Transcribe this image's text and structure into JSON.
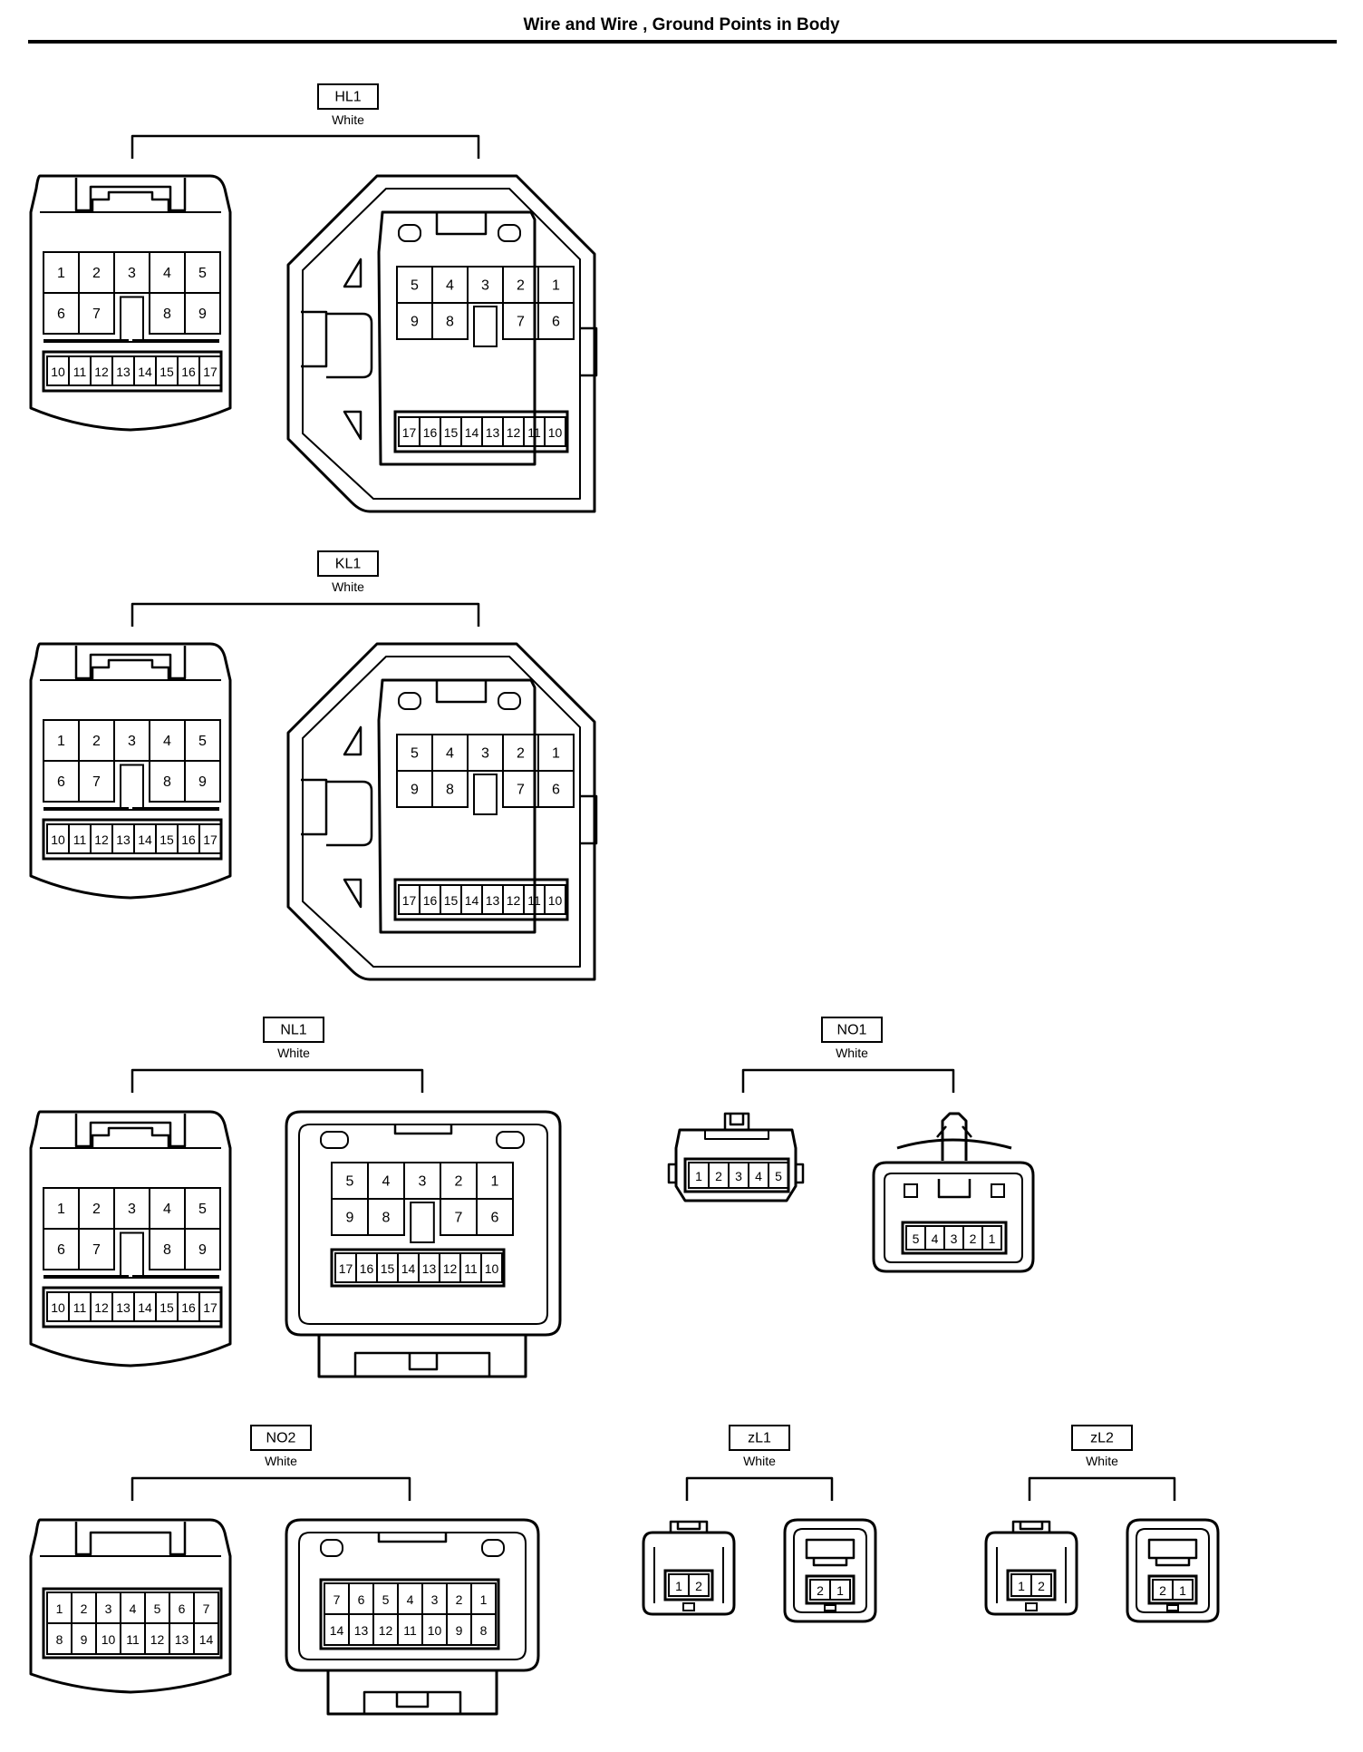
{
  "page": {
    "title": "Wire and Wire , Ground Points in Body"
  },
  "connectors": [
    {
      "code": "HL1",
      "color": "White",
      "male": {
        "row1": [
          "1",
          "2",
          "3",
          "4",
          "5"
        ],
        "row2": [
          "6",
          "7",
          "",
          "8",
          "9"
        ],
        "row3": [
          "10",
          "11",
          "12",
          "13",
          "14",
          "15",
          "16",
          "17"
        ]
      },
      "female": {
        "row1": [
          "5",
          "4",
          "3",
          "2",
          "1"
        ],
        "row2": [
          "9",
          "8",
          "",
          "7",
          "6"
        ],
        "row3": [
          "17",
          "16",
          "15",
          "14",
          "13",
          "12",
          "11",
          "10"
        ]
      }
    },
    {
      "code": "KL1",
      "color": "White",
      "male": {
        "row1": [
          "1",
          "2",
          "3",
          "4",
          "5"
        ],
        "row2": [
          "6",
          "7",
          "",
          "8",
          "9"
        ],
        "row3": [
          "10",
          "11",
          "12",
          "13",
          "14",
          "15",
          "16",
          "17"
        ]
      },
      "female": {
        "row1": [
          "5",
          "4",
          "3",
          "2",
          "1"
        ],
        "row2": [
          "9",
          "8",
          "",
          "7",
          "6"
        ],
        "row3": [
          "17",
          "16",
          "15",
          "14",
          "13",
          "12",
          "11",
          "10"
        ]
      }
    },
    {
      "code": "NL1",
      "color": "White",
      "male": {
        "row1": [
          "1",
          "2",
          "3",
          "4",
          "5"
        ],
        "row2": [
          "6",
          "7",
          "",
          "8",
          "9"
        ],
        "row3": [
          "10",
          "11",
          "12",
          "13",
          "14",
          "15",
          "16",
          "17"
        ]
      },
      "female": {
        "row1": [
          "5",
          "4",
          "3",
          "2",
          "1"
        ],
        "row2": [
          "9",
          "8",
          "",
          "7",
          "6"
        ],
        "row3": [
          "17",
          "16",
          "15",
          "14",
          "13",
          "12",
          "11",
          "10"
        ]
      }
    },
    {
      "code": "NO1",
      "color": "White",
      "male": {
        "row1": [
          "1",
          "2",
          "3",
          "4",
          "5"
        ]
      },
      "female": {
        "row1": [
          "5",
          "4",
          "3",
          "2",
          "1"
        ]
      }
    },
    {
      "code": "NO2",
      "color": "White",
      "male": {
        "row1": [
          "1",
          "2",
          "3",
          "4",
          "5",
          "6",
          "7"
        ],
        "row2": [
          "8",
          "9",
          "10",
          "11",
          "12",
          "13",
          "14"
        ]
      },
      "female": {
        "row1": [
          "7",
          "6",
          "5",
          "4",
          "3",
          "2",
          "1"
        ],
        "row2": [
          "14",
          "13",
          "12",
          "11",
          "10",
          "9",
          "8"
        ]
      }
    },
    {
      "code": "zL1",
      "color": "White",
      "male": {
        "row1": [
          "1",
          "2"
        ]
      },
      "female": {
        "row1": [
          "2",
          "1"
        ]
      }
    },
    {
      "code": "zL2",
      "color": "White",
      "male": {
        "row1": [
          "1",
          "2"
        ]
      },
      "female": {
        "row1": [
          "2",
          "1"
        ]
      }
    }
  ]
}
